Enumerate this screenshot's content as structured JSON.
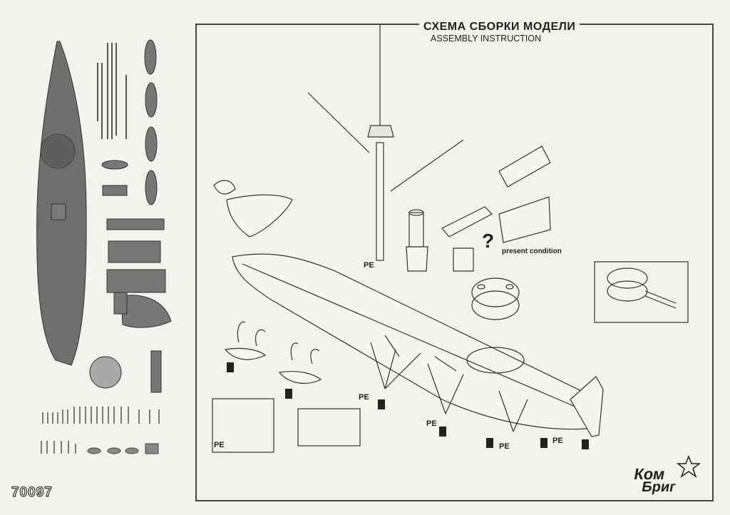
{
  "header": {
    "title_ru": "СХЕМА СБОРКИ МОДЕЛИ",
    "title_en": "ASSEMBLY INSTRUCTION"
  },
  "product": {
    "code": "70097",
    "brand_line1": "Ком",
    "brand_line2": "Бриг"
  },
  "labels": {
    "pe": "PE",
    "present_condition": "present condition",
    "question": "?"
  },
  "colors": {
    "frame": "#444444",
    "paper": "#f2f2f1",
    "part_fill": "#6f6f6f",
    "ink": "#222222"
  }
}
